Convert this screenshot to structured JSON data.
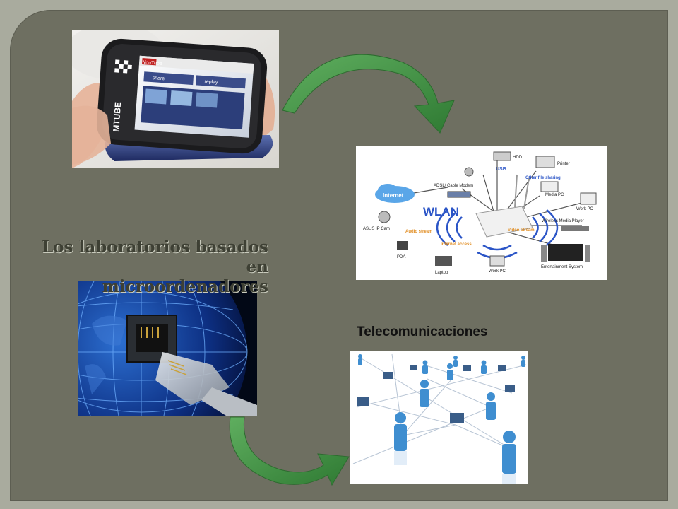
{
  "slide": {
    "title_line1": "Los laboratorios basados en",
    "title_line2": "microordenadores",
    "caption": "Telecomunicaciones"
  },
  "device_screen": {
    "brand": "YouTube",
    "side_label": "MTUBE",
    "tiles": [
      "share",
      "replay"
    ]
  },
  "wlan_diagram": {
    "center": "WLAN",
    "nodes": [
      "HDD",
      "Printer",
      "USB",
      "Other file sharing",
      "Media PC",
      "ADSL/ Cable Modem",
      "Work PC",
      "Internet",
      "ASUS IP Cam",
      "Wireless Media Player",
      "PDA",
      "Laptop",
      "Work PC",
      "Entertainment System"
    ],
    "streams": [
      "Audio stream",
      "Internet access",
      "Video stream"
    ]
  },
  "colors": {
    "frame": "#6e6f61",
    "background": "#a9ab9e",
    "arrow": "#3f8a3f",
    "title": "#3e4034"
  },
  "icons": [
    "curved-arrow-down-icon",
    "curved-arrow-up-icon"
  ]
}
